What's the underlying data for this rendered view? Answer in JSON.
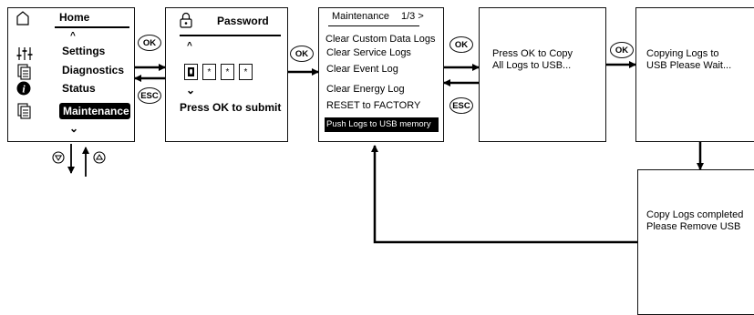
{
  "home_screen": {
    "title": "Home",
    "items": [
      "Settings",
      "Diagnostics",
      "Status",
      "Maintenance"
    ],
    "icons": [
      "home-icon",
      "sliders-icon",
      "documents-icon",
      "info-icon",
      "documents-icon"
    ],
    "up_caret": "^",
    "down_caret": "⌄"
  },
  "password_screen": {
    "title": "Password",
    "pin": [
      "0",
      "*",
      "*",
      "*"
    ],
    "prompt": "Press OK to submit",
    "up_caret": "^",
    "down_caret": "⌄"
  },
  "maintenance_screen": {
    "title": "Maintenance",
    "page": "1/3 >",
    "items": [
      "Clear Custom Data Logs",
      "Clear Service Logs",
      "Clear Event Log",
      "Clear Energy Log",
      "RESET to FACTORY",
      "Push Logs to USB memory"
    ],
    "selected_index": 5
  },
  "copy_prompt_screen": {
    "lines": [
      "Press OK to Copy",
      "All  Logs to USB..."
    ]
  },
  "copying_screen": {
    "lines": [
      "Copying Logs to",
      "USB Please Wait..."
    ]
  },
  "completed_screen": {
    "lines": [
      "Copy Logs completed",
      "Please Remove USB"
    ]
  },
  "buttons": {
    "ok": "OK",
    "esc": "ESC"
  },
  "nav_icons": [
    "scroll-down-icon",
    "scroll-up-icon"
  ]
}
